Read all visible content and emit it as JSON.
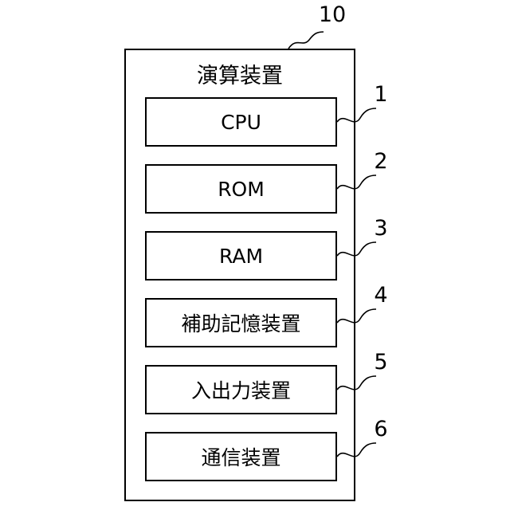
{
  "device": {
    "ref": "10",
    "title": "演算装置"
  },
  "components": [
    {
      "ref": "1",
      "label": "CPU"
    },
    {
      "ref": "2",
      "label": "ROM"
    },
    {
      "ref": "3",
      "label": "RAM"
    },
    {
      "ref": "4",
      "label": "補助記憶装置"
    },
    {
      "ref": "5",
      "label": "入出力装置"
    },
    {
      "ref": "6",
      "label": "通信装置"
    }
  ]
}
